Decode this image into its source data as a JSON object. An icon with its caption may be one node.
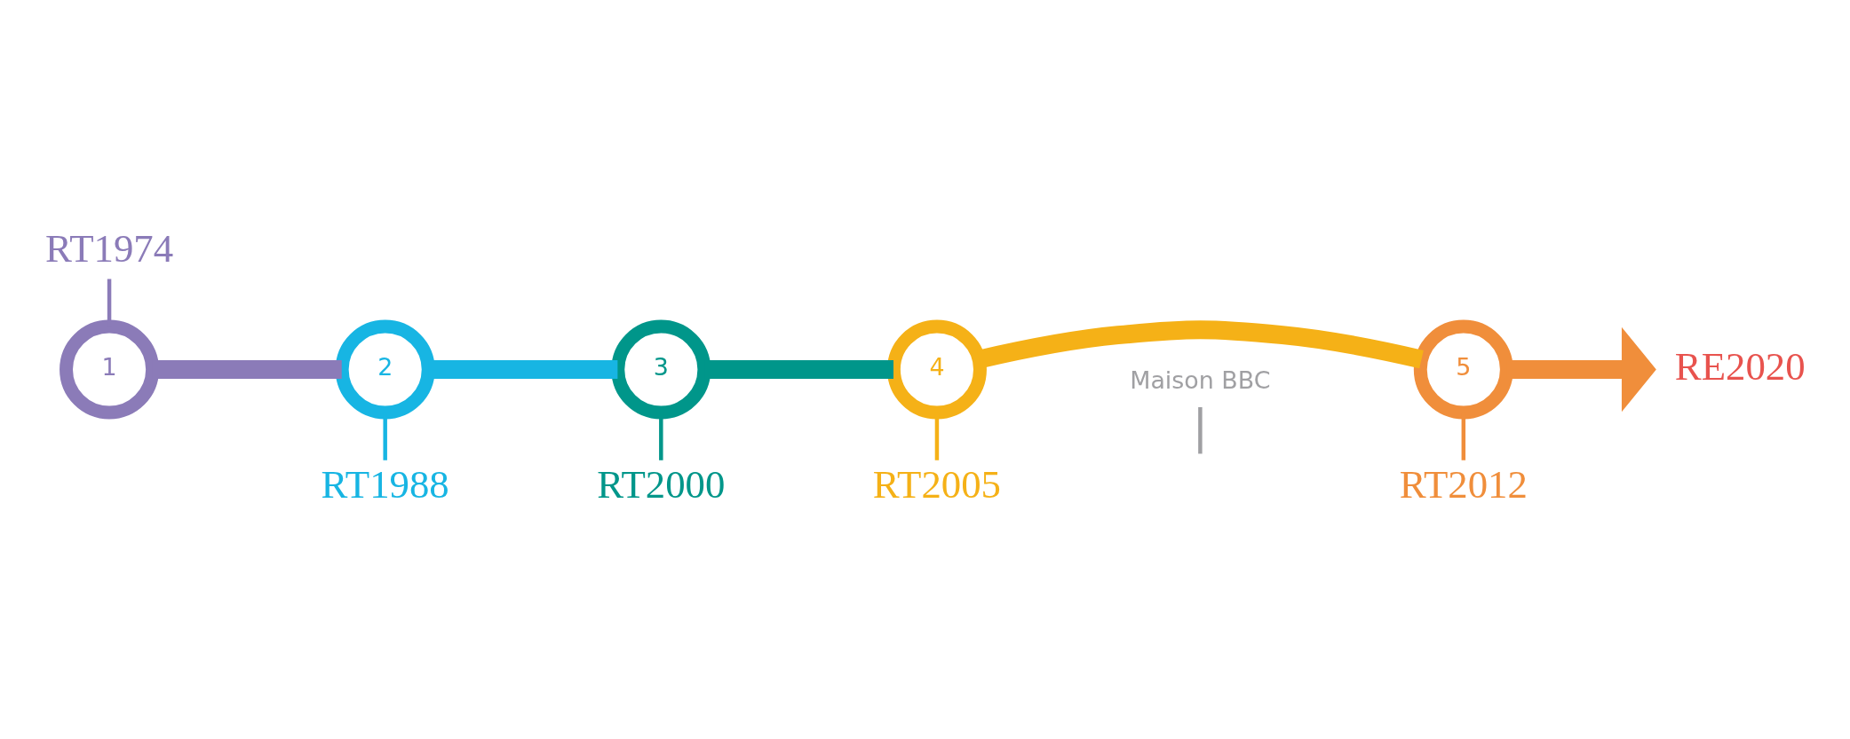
{
  "diagram": {
    "nodes": [
      {
        "text": [
          "RT1974"
        ]
      },
      {
        "text": [
          "RT2000"
        ]
      },
      {
        "text": [
          "RT2012"
        ]
      },
      {
        "text": [
          "1"
        ]
      },
      {
        "text": [
          "2"
        ]
      },
      {
        "text": [
          "3"
        ]
      },
      {
        "text": [
          "4"
        ]
      },
      {
        "text": [
          "5"
        ]
      },
      {
        "text": [
          "RE2020"
        ]
      },
      {
        "text": [
          "Maison BBC"
        ]
      },
      {
        "text": [
          "RT1988"
        ]
      },
      {
        "text": [
          "RT2005"
        ]
      }
    ],
    "edges": [
      {
        "from": 0,
        "to": 3,
        "arrow": "none",
        "color": "#8b7bb8"
      },
      {
        "from": 1,
        "to": 5,
        "arrow": "none",
        "color": "#00968a"
      },
      {
        "from": 2,
        "to": 7,
        "arrow": "none",
        "color": "#f08e3b"
      },
      {
        "from": 10,
        "to": 4,
        "arrow": "none",
        "color": "#17b5e3"
      },
      {
        "from": 11,
        "to": 6,
        "arrow": "none",
        "color": "#f5b117"
      },
      {
        "from": 3,
        "to": 4,
        "arrow": "none",
        "style": "thick",
        "color": "#8b7bb8"
      },
      {
        "from": 4,
        "to": 5,
        "arrow": "none",
        "style": "thick",
        "color": "#17b5e3"
      },
      {
        "from": 5,
        "to": 6,
        "arrow": "none",
        "style": "thick",
        "color": "#00968a"
      },
      {
        "from": 6,
        "to": 7,
        "arrow": "none",
        "style": "thick",
        "color": "#f5b117"
      },
      {
        "from": 7,
        "to": 8,
        "arrow": "to",
        "style": "thick",
        "color": "#f08e3b"
      },
      {
        "from": 9,
        "to": null,
        "arrow": "none",
        "color": "#a0a0a3"
      }
    ]
  }
}
